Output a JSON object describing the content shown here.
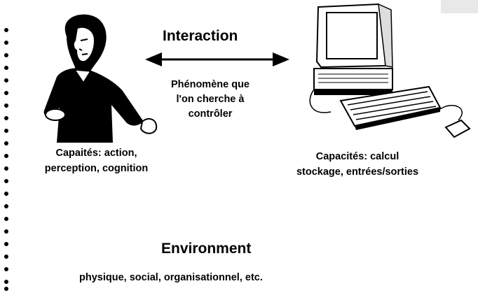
{
  "interaction": {
    "title": "Interaction",
    "description_lines": [
      "Phénomène que",
      "l'on cherche à",
      "contrôler"
    ]
  },
  "human": {
    "icon": "person-icon",
    "capabilities_lines": [
      "Capaités: action,",
      "perception, cognition"
    ]
  },
  "computer": {
    "icon": "computer-icon",
    "capabilities_lines": [
      "Capacités: calcul",
      "stockage, entrées/sorties"
    ]
  },
  "environment": {
    "title": "Environment",
    "description": "physique, social, organisationnel, etc."
  },
  "colors": {
    "ink": "#000000",
    "background": "#ffffff",
    "corner_box": "#e8e8e8"
  }
}
